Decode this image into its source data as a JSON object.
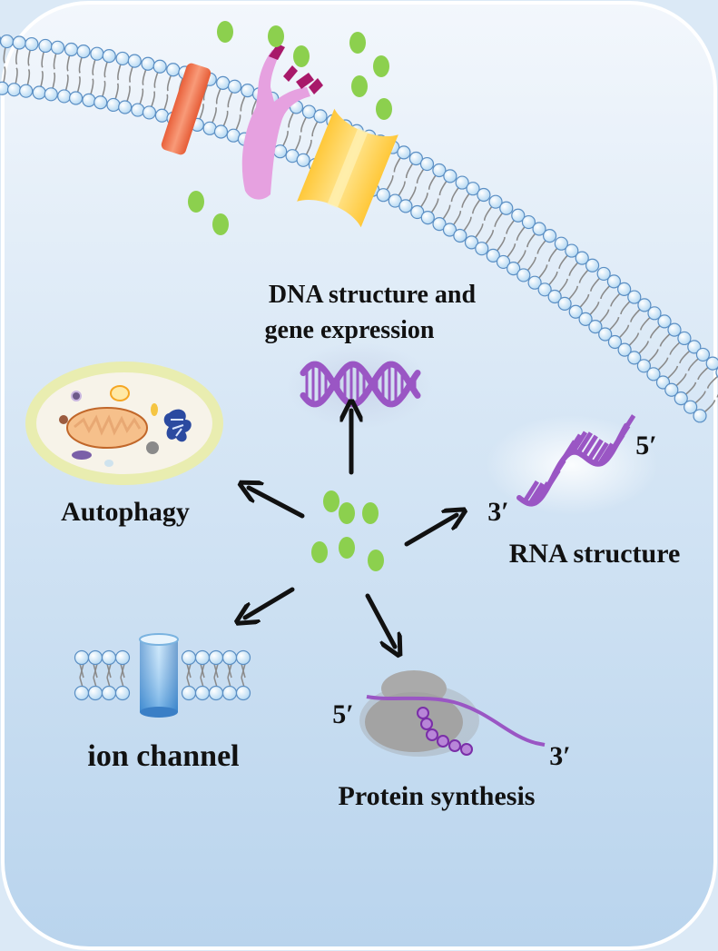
{
  "labels": {
    "dna_line1": "DNA structure and",
    "dna_line2": "gene expression",
    "autophagy": "Autophagy",
    "rna": "RNA structure",
    "rna_five": "5′",
    "rna_three": "3′",
    "ion_channel": "ion channel",
    "protein": "Protein synthesis",
    "protein_five": "5′",
    "protein_three": "3′"
  },
  "colors": {
    "background_top": "#f3f7fc",
    "background_bottom": "#bcd6ee",
    "panel_border": "#ffffff",
    "lipid_head": "#bfe0f5",
    "lipid_head_stroke": "#5b8fc4",
    "lipid_tail": "#8a8a8a",
    "molecule_green": "#8cd04e",
    "receptor_pink": "#e7a3e0",
    "receptor_tip": "#a8196a",
    "channel_red": "#f07d57",
    "channel_yellow": "#ffd25e",
    "nucleic_acid_purple": "#9a56c4",
    "ribosome_gray": "#a9a9a9",
    "arrow": "#111111"
  },
  "icons": [
    "cell-membrane",
    "receptor",
    "transport-channel",
    "dna-helix",
    "rna-helix",
    "autophagosome",
    "ion-channel",
    "ribosome"
  ]
}
